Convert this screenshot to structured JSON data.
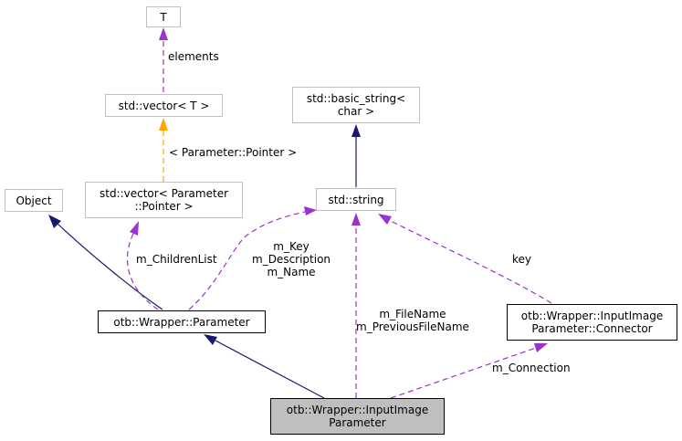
{
  "colors": {
    "inheritance": "#191970",
    "usage": "#9a32cd",
    "template": "#ffa500",
    "node_border_gray": "#bfbfbf",
    "focus_fill": "#bfbfbf"
  },
  "nodes": {
    "t": "T",
    "vector_t": "std::vector< T >",
    "basic_string": "std::basic_string<\nchar >",
    "object": "Object",
    "vector_param": "std::vector< Parameter\n::Pointer >",
    "string": "std::string",
    "parameter": "otb::Wrapper::Parameter",
    "connector": "otb::Wrapper::InputImage\nParameter::Connector",
    "focus": "otb::Wrapper::InputImage\nParameter"
  },
  "edge_labels": {
    "elements": "elements",
    "template_arg": "< Parameter::Pointer >",
    "children": "m_ChildrenList",
    "key_desc_name": "m_Key\nm_Description\nm_Name",
    "key": "key",
    "filename": "m_FileName\nm_PreviousFileName",
    "connection": "m_Connection"
  }
}
